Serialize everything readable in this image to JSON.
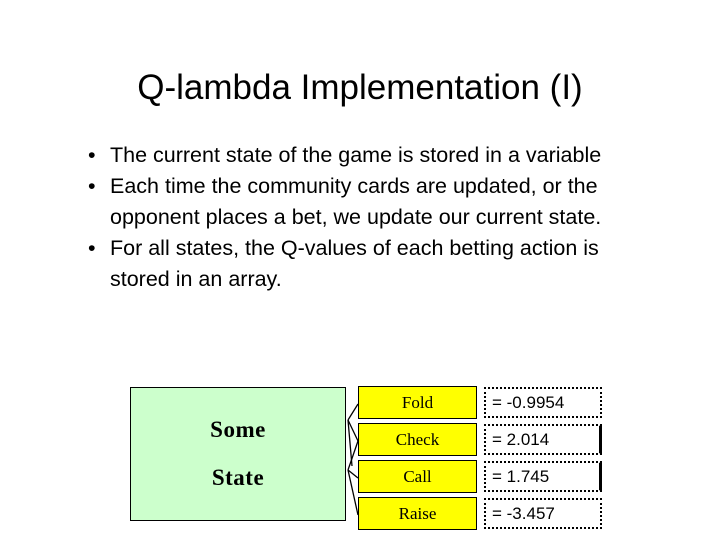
{
  "slide": {
    "title": "Q-lambda Implementation (I)",
    "bullets": [
      "The current state of the game is stored in a variable",
      "Each time the community cards are updated, or the opponent places a bet, we update our current state.",
      "For all states, the Q-values of each betting action is stored in an array."
    ],
    "bullet_glyph": "•"
  },
  "diagram": {
    "state_box": {
      "line1": "Some",
      "line2": "State",
      "fill_color": "#ccffcc"
    },
    "action_fill_color": "#ffff00",
    "actions": [
      {
        "label": "Fold",
        "value": "= -0.9954"
      },
      {
        "label": "Check",
        "value": "= 2.014"
      },
      {
        "label": "Call",
        "value": "= 1.745"
      },
      {
        "label": "Raise",
        "value": "= -3.457"
      }
    ]
  }
}
